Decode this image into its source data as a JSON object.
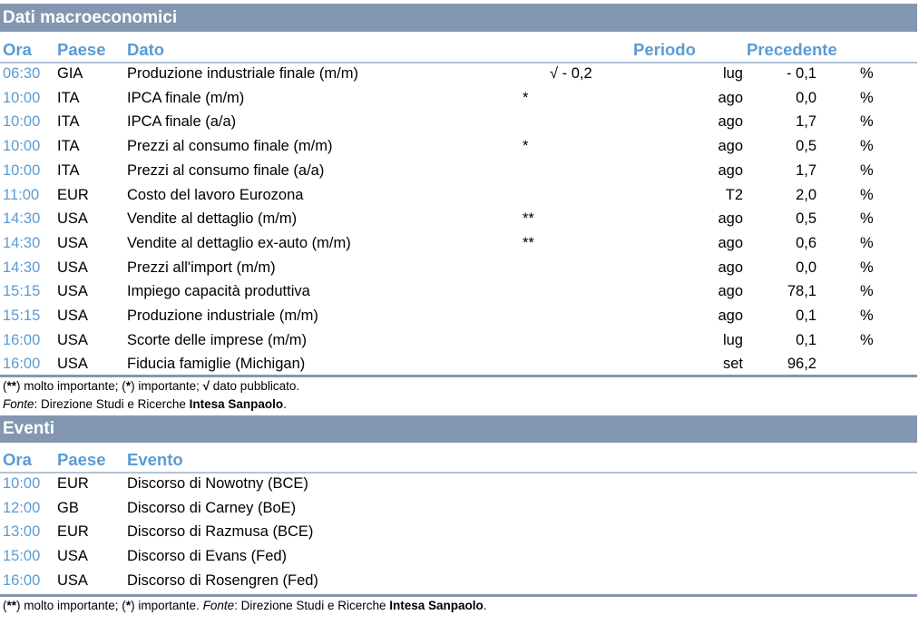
{
  "macro": {
    "title": "Dati macroeconomici",
    "headers": {
      "ora": "Ora",
      "paese": "Paese",
      "dato": "Dato",
      "periodo": "Periodo",
      "precedente": "Precedente"
    },
    "rows": [
      {
        "ora": "06:30",
        "paese": "GIA",
        "dato": "Produzione industriale finale (m/m)",
        "mark": "√ - 0,2",
        "periodo": "lug",
        "precedente": "- 0,1",
        "unit": "%"
      },
      {
        "ora": "10:00",
        "paese": "ITA",
        "dato": "IPCA finale (m/m)",
        "mark": "*",
        "periodo": "ago",
        "precedente": "0,0",
        "unit": "%"
      },
      {
        "ora": "10:00",
        "paese": "ITA",
        "dato": "IPCA finale (a/a)",
        "mark": "",
        "periodo": "ago",
        "precedente": "1,7",
        "unit": "%"
      },
      {
        "ora": "10:00",
        "paese": "ITA",
        "dato": "Prezzi al consumo finale (m/m)",
        "mark": "*",
        "periodo": "ago",
        "precedente": "0,5",
        "unit": "%"
      },
      {
        "ora": "10:00",
        "paese": "ITA",
        "dato": "Prezzi al consumo finale (a/a)",
        "mark": "",
        "periodo": "ago",
        "precedente": "1,7",
        "unit": "%"
      },
      {
        "ora": "11:00",
        "paese": "EUR",
        "dato": "Costo del lavoro Eurozona",
        "mark": "",
        "periodo": "T2",
        "precedente": "2,0",
        "unit": "%"
      },
      {
        "ora": "14:30",
        "paese": "USA",
        "dato": "Vendite al dettaglio (m/m)",
        "mark": "**",
        "periodo": "ago",
        "precedente": "0,5",
        "unit": "%"
      },
      {
        "ora": "14:30",
        "paese": "USA",
        "dato": "Vendite al dettaglio ex-auto (m/m)",
        "mark": "**",
        "periodo": "ago",
        "precedente": "0,6",
        "unit": "%"
      },
      {
        "ora": "14:30",
        "paese": "USA",
        "dato": "Prezzi all'import (m/m)",
        "mark": "",
        "periodo": "ago",
        "precedente": "0,0",
        "unit": "%"
      },
      {
        "ora": "15:15",
        "paese": "USA",
        "dato": "Impiego capacità produttiva",
        "mark": "",
        "periodo": "ago",
        "precedente": "78,1",
        "unit": "%"
      },
      {
        "ora": "15:15",
        "paese": "USA",
        "dato": "Produzione industriale (m/m)",
        "mark": "",
        "periodo": "ago",
        "precedente": "0,1",
        "unit": "%"
      },
      {
        "ora": "16:00",
        "paese": "USA",
        "dato": "Scorte delle imprese (m/m)",
        "mark": "",
        "periodo": "lug",
        "precedente": "0,1",
        "unit": "%"
      },
      {
        "ora": "16:00",
        "paese": "USA",
        "dato": "Fiducia famiglie (Michigan)",
        "mark": "",
        "periodo": "set",
        "precedente": "96,2",
        "unit": ""
      }
    ],
    "note1": {
      "a": "(",
      "b": "**",
      "c": ") molto importante; (",
      "d": "*",
      "e": ") importante; ",
      "f": "√",
      "g": " dato pubblicato."
    },
    "note2": {
      "a": "Fonte",
      "b": ": Direzione Studi e Ricerche ",
      "c": "Intesa Sanpaolo",
      "d": "."
    }
  },
  "events": {
    "title": "Eventi",
    "headers": {
      "ora": "Ora",
      "paese": "Paese",
      "evento": "Evento"
    },
    "rows": [
      {
        "ora": "10:00",
        "paese": "EUR",
        "evento": "Discorso di Nowotny (BCE)"
      },
      {
        "ora": "12:00",
        "paese": "GB",
        "evento": "Discorso di Carney (BoE)"
      },
      {
        "ora": "13:00",
        "paese": "EUR",
        "evento": "Discorso di Razmusa (BCE)"
      },
      {
        "ora": "15:00",
        "paese": "USA",
        "evento": "Discorso di Evans (Fed)"
      },
      {
        "ora": "16:00",
        "paese": "USA",
        "evento": "Discorso di Rosengren (Fed)"
      }
    ],
    "note": {
      "a": "(",
      "b": "**",
      "c": ") molto importante; (",
      "d": "*",
      "e": ") importante. ",
      "f": "Fonte",
      "g": ": Direzione Studi e Ricerche ",
      "h": "Intesa Sanpaolo",
      "i": "."
    }
  }
}
